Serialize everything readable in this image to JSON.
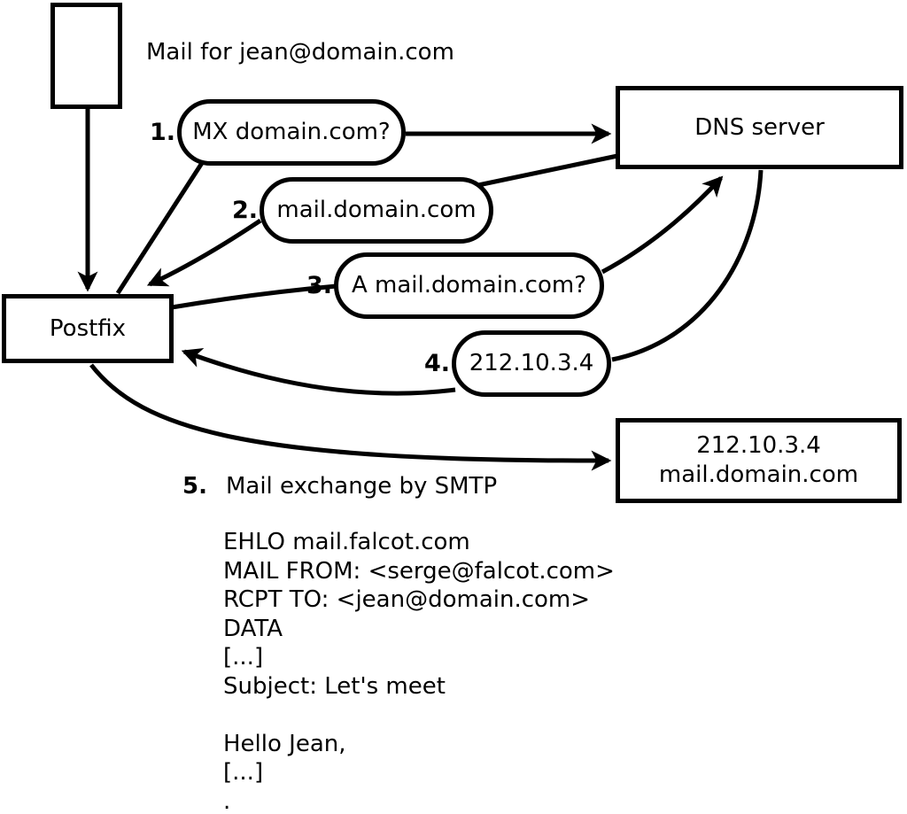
{
  "diagram": {
    "title": "Mail for jean@domain.com",
    "nodes": {
      "postfix": "Postfix",
      "dns_server": "DNS server",
      "mail_server": {
        "line1": "212.10.3.4",
        "line2": "mail.domain.com"
      }
    },
    "steps": [
      {
        "num": "1.",
        "label": "MX domain.com?"
      },
      {
        "num": "2.",
        "label": "mail.domain.com"
      },
      {
        "num": "3.",
        "label": "A mail.domain.com?"
      },
      {
        "num": "4.",
        "label": "212.10.3.4"
      },
      {
        "num": "5.",
        "label": "Mail exchange by SMTP"
      }
    ],
    "smtp_session": "EHLO mail.falcot.com\nMAIL FROM: <serge@falcot.com>\nRCPT TO: <jean@domain.com>\nDATA\n[...]\nSubject: Let's meet\n\nHello Jean,\n[...]\n.",
    "colors": {
      "line": "#000000",
      "background": "#ffffff"
    }
  }
}
